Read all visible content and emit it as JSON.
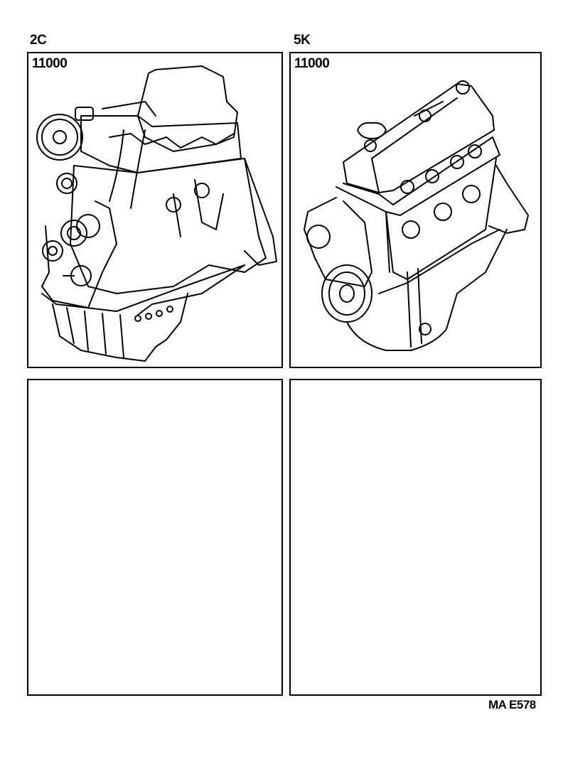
{
  "sheet": {
    "reference_code": "MA E578",
    "colors": {
      "ink": "#000000",
      "paper": "#ffffff"
    }
  },
  "panels": [
    {
      "engine": "2C",
      "part_number": "11000",
      "illustration": "engine-2c-partial-engine-assembly"
    },
    {
      "engine": "5K",
      "part_number": "11000",
      "illustration": "engine-5k-partial-engine-assembly"
    },
    {
      "engine": "",
      "part_number": "",
      "illustration": ""
    },
    {
      "engine": "",
      "part_number": "",
      "illustration": ""
    }
  ]
}
